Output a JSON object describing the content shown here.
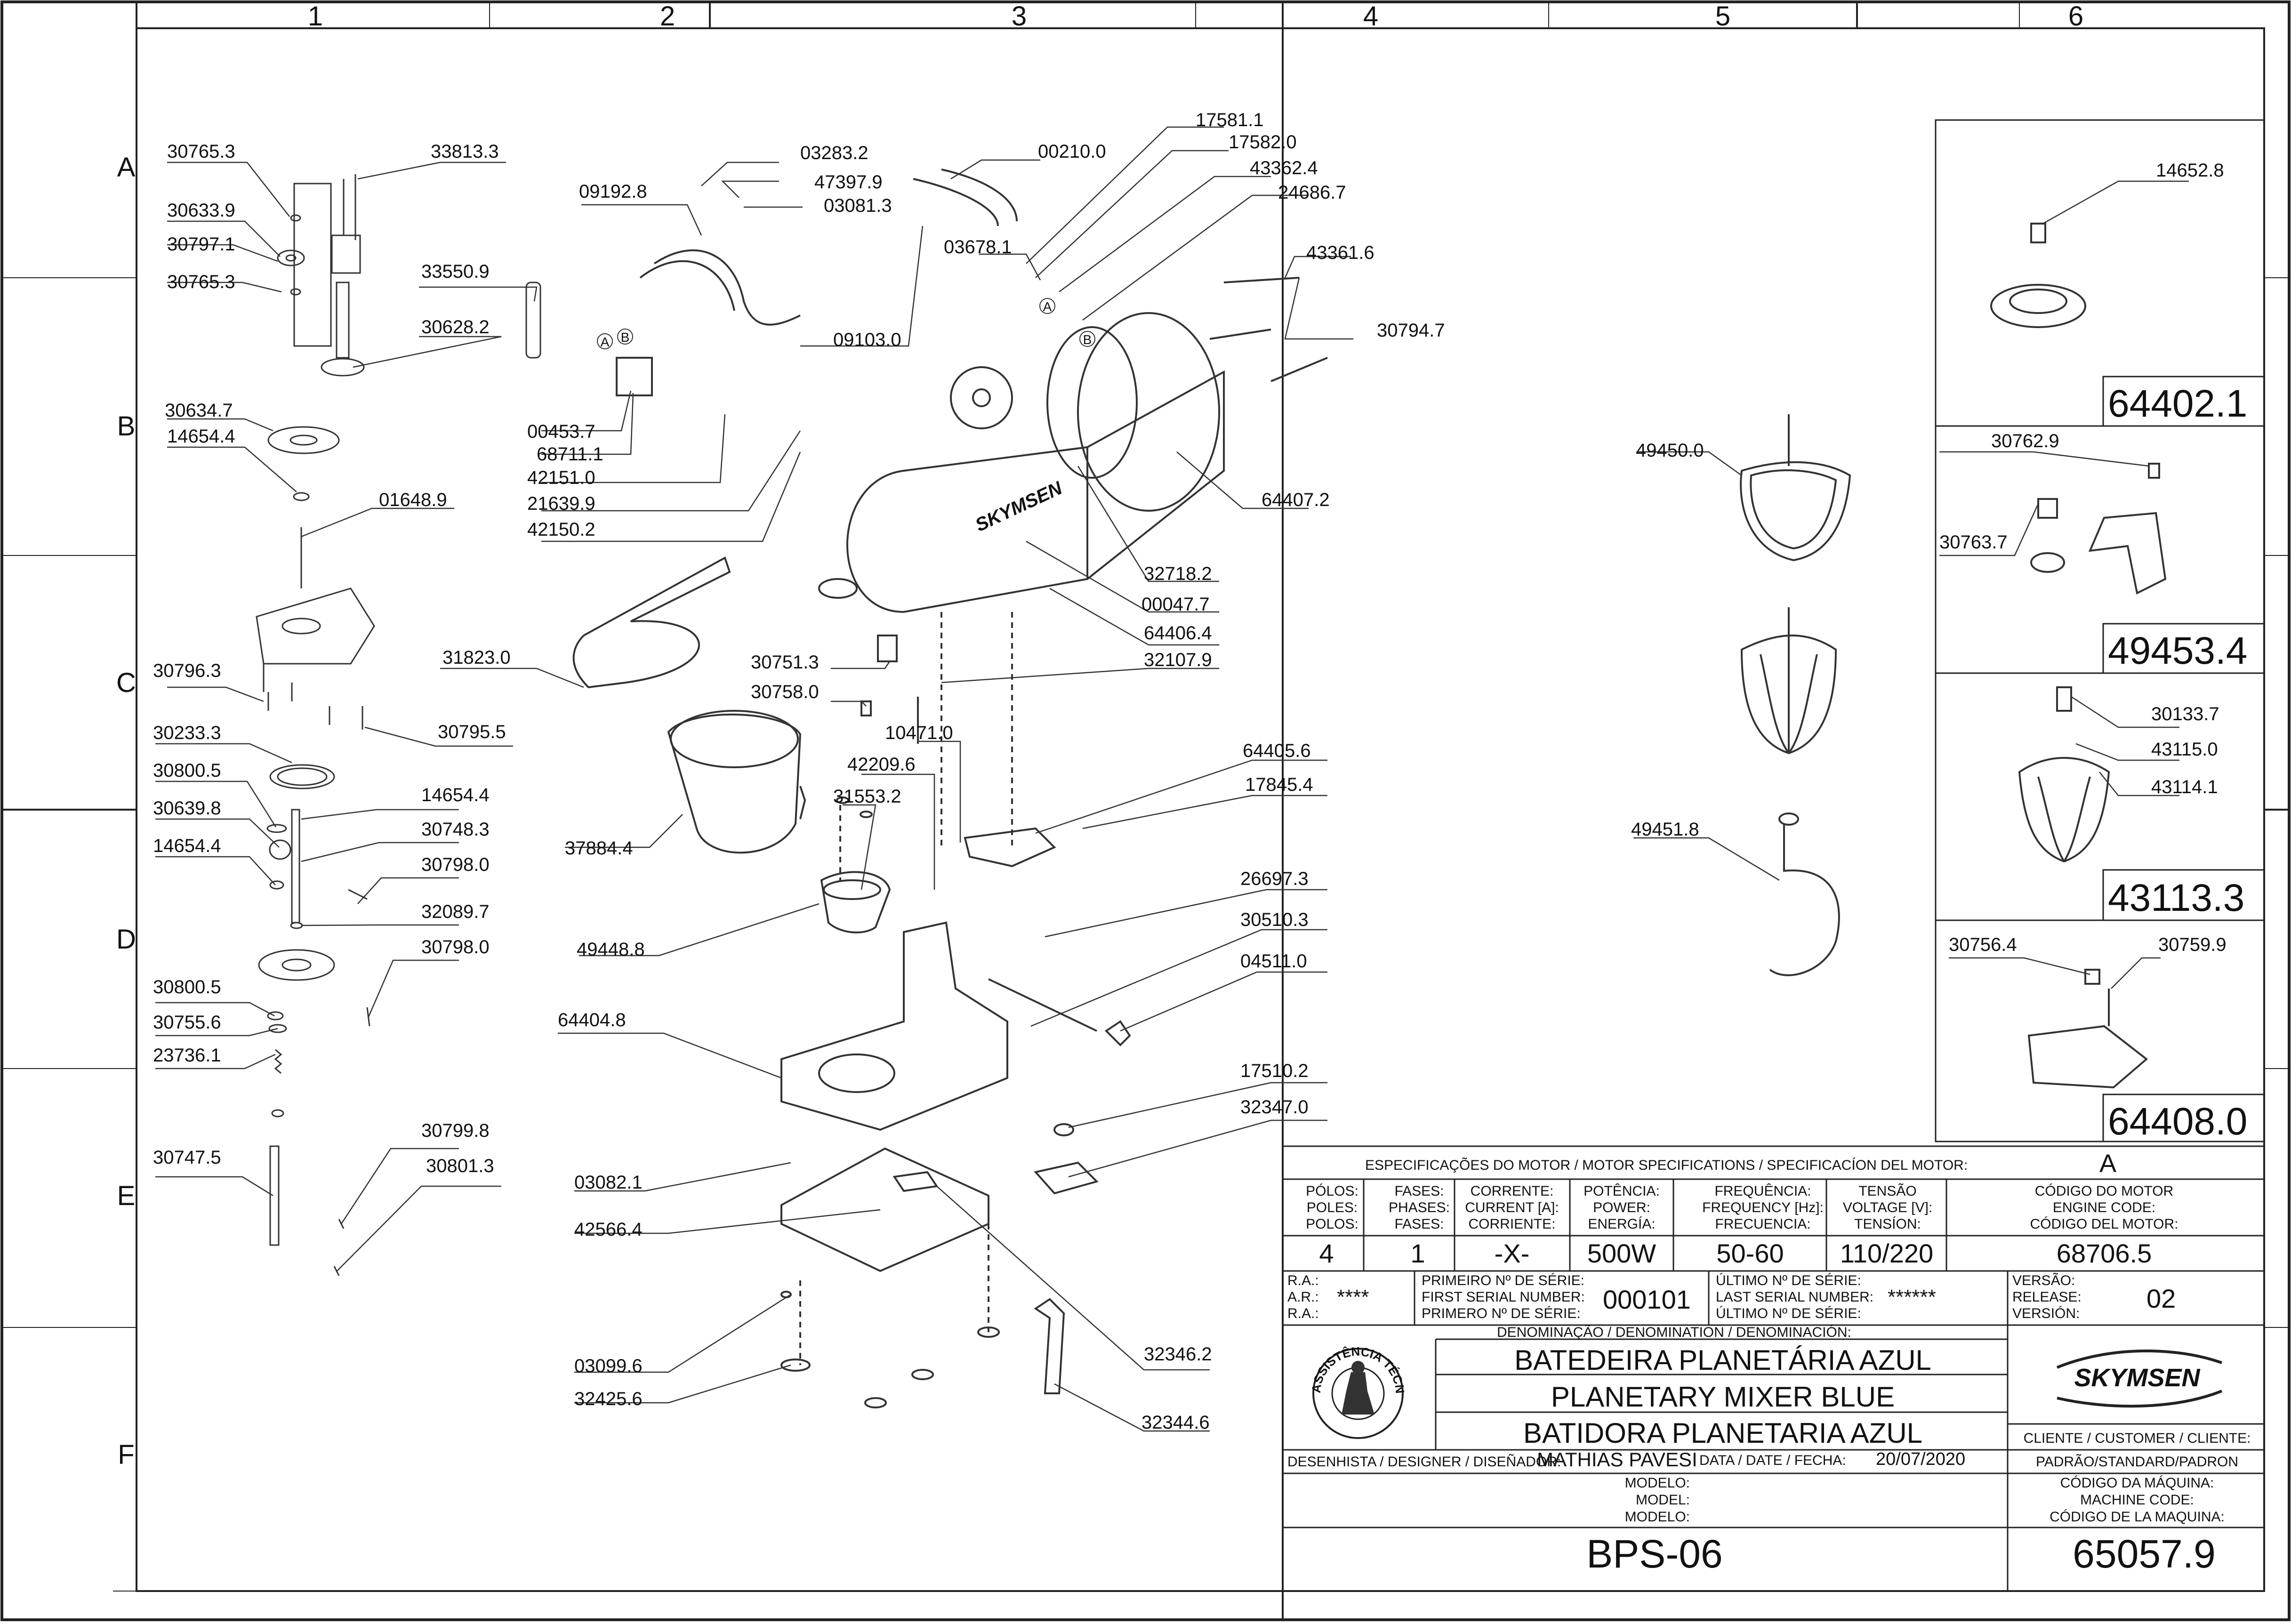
{
  "grid": {
    "columns": [
      "1",
      "2",
      "3",
      "4",
      "5",
      "6"
    ],
    "rows": [
      "A",
      "B",
      "C",
      "D",
      "E",
      "F"
    ]
  },
  "callouts": [
    {
      "id": "c1",
      "text": "30765.3"
    },
    {
      "id": "c2",
      "text": "33813.3"
    },
    {
      "id": "c3",
      "text": "30633.9"
    },
    {
      "id": "c4",
      "text": "30797.1"
    },
    {
      "id": "c5",
      "text": "30765.3"
    },
    {
      "id": "c6",
      "text": "33550.9"
    },
    {
      "id": "c7",
      "text": "30628.2"
    },
    {
      "id": "c8",
      "text": "30634.7"
    },
    {
      "id": "c9",
      "text": "14654.4"
    },
    {
      "id": "c10",
      "text": "01648.9"
    },
    {
      "id": "c11",
      "text": "30796.3"
    },
    {
      "id": "c12",
      "text": "30795.5"
    },
    {
      "id": "c13",
      "text": "30233.3"
    },
    {
      "id": "c14",
      "text": "30800.5"
    },
    {
      "id": "c15",
      "text": "14654.4"
    },
    {
      "id": "c16",
      "text": "30639.8"
    },
    {
      "id": "c17",
      "text": "30748.3"
    },
    {
      "id": "c18",
      "text": "14654.4"
    },
    {
      "id": "c19",
      "text": "30798.0"
    },
    {
      "id": "c20",
      "text": "32089.7"
    },
    {
      "id": "c21",
      "text": "30798.0"
    },
    {
      "id": "c22",
      "text": "30800.5"
    },
    {
      "id": "c23",
      "text": "30755.6"
    },
    {
      "id": "c24",
      "text": "23736.1"
    },
    {
      "id": "c25",
      "text": "30799.8"
    },
    {
      "id": "c26",
      "text": "30747.5"
    },
    {
      "id": "c27",
      "text": "30801.3"
    },
    {
      "id": "c28",
      "text": "03283.2"
    },
    {
      "id": "c29",
      "text": "47397.9"
    },
    {
      "id": "c30",
      "text": "09192.8"
    },
    {
      "id": "c31",
      "text": "03081.3"
    },
    {
      "id": "c32",
      "text": "00210.0"
    },
    {
      "id": "c33",
      "text": "17581.1"
    },
    {
      "id": "c34",
      "text": "17582.0"
    },
    {
      "id": "c35",
      "text": "43362.4"
    },
    {
      "id": "c36",
      "text": "24686.7"
    },
    {
      "id": "c37",
      "text": "03678.1"
    },
    {
      "id": "c38",
      "text": "43361.6"
    },
    {
      "id": "c39",
      "text": "30794.7"
    },
    {
      "id": "c40",
      "text": "09103.0"
    },
    {
      "id": "c41",
      "text": "00453.7"
    },
    {
      "id": "c42",
      "text": "68711.1"
    },
    {
      "id": "c43",
      "text": "42151.0"
    },
    {
      "id": "c44",
      "text": "21639.9"
    },
    {
      "id": "c45",
      "text": "42150.2"
    },
    {
      "id": "c46",
      "text": "64407.2"
    },
    {
      "id": "c47",
      "text": "32718.2"
    },
    {
      "id": "c48",
      "text": "00047.7"
    },
    {
      "id": "c49",
      "text": "64406.4"
    },
    {
      "id": "c50",
      "text": "31823.0"
    },
    {
      "id": "c51",
      "text": "30751.3"
    },
    {
      "id": "c52",
      "text": "32107.9"
    },
    {
      "id": "c53",
      "text": "30758.0"
    },
    {
      "id": "c54",
      "text": "10471.0"
    },
    {
      "id": "c55",
      "text": "42209.6"
    },
    {
      "id": "c56",
      "text": "64405.6"
    },
    {
      "id": "c57",
      "text": "31553.2"
    },
    {
      "id": "c58",
      "text": "17845.4"
    },
    {
      "id": "c59",
      "text": "37884.4"
    },
    {
      "id": "c60",
      "text": "26697.3"
    },
    {
      "id": "c61",
      "text": "49448.8"
    },
    {
      "id": "c62",
      "text": "30510.3"
    },
    {
      "id": "c63",
      "text": "04511.0"
    },
    {
      "id": "c64",
      "text": "64404.8"
    },
    {
      "id": "c65",
      "text": "17510.2"
    },
    {
      "id": "c66",
      "text": "32347.0"
    },
    {
      "id": "c67",
      "text": "03082.1"
    },
    {
      "id": "c68",
      "text": "42566.4"
    },
    {
      "id": "c69",
      "text": "03099.6"
    },
    {
      "id": "c70",
      "text": "32346.2"
    },
    {
      "id": "c71",
      "text": "32425.6"
    },
    {
      "id": "c72",
      "text": "32344.6"
    },
    {
      "id": "c73",
      "text": "49450.0"
    },
    {
      "id": "c74",
      "text": "49451.8"
    },
    {
      "id": "c75",
      "text": "14652.8"
    },
    {
      "id": "c76",
      "text": "30762.9"
    },
    {
      "id": "c77",
      "text": "30763.7"
    },
    {
      "id": "c78",
      "text": "30133.7"
    },
    {
      "id": "c79",
      "text": "43115.0"
    },
    {
      "id": "c80",
      "text": "43114.1"
    },
    {
      "id": "c81",
      "text": "30756.4"
    },
    {
      "id": "c82",
      "text": "30759.9"
    }
  ],
  "detail_boxes": [
    {
      "code": "64402.1"
    },
    {
      "code": "49453.4"
    },
    {
      "code": "43113.3"
    },
    {
      "code": "64408.0"
    }
  ],
  "callout_letters": [
    "A",
    "B",
    "A",
    "B"
  ],
  "logo_text": "SKYMSEN",
  "seal_text": "ASSISTÊNCIA TÉCNICA AUTORIZADA",
  "title_block": {
    "motor_spec_label": "ESPECIFICAÇÕES DO MOTOR / MOTOR SPECIFICATIONS / SPECIFICACÍON DEL MOTOR:",
    "motor_spec_value": "A",
    "headers": [
      [
        "PÓLOS:",
        "POLES:",
        "POLOS:"
      ],
      [
        "FASES:",
        "PHASES:",
        "FASES:"
      ],
      [
        "CORRENTE:",
        "CURRENT [A]:",
        "CORRIENTE:"
      ],
      [
        "POTÊNCIA:",
        "POWER:",
        "ENERGÍA:"
      ],
      [
        "FREQUÊNCIA:",
        "FREQUENCY [Hz]:",
        "FRECUENCIA:"
      ],
      [
        "TENSÃO",
        "VOLTAGE [V]:",
        "TENSÍON:"
      ],
      [
        "CÓDIGO DO MOTOR",
        "ENGINE CODE:",
        "CÓDIGO DEL MOTOR:"
      ]
    ],
    "values": [
      "4",
      "1",
      "-X-",
      "500W",
      "50-60",
      "110/220",
      "68706.5"
    ],
    "ra_labels": [
      "R.A.:",
      "A.R.:",
      "R.A.:"
    ],
    "ra_value": "****",
    "first_serial_labels": [
      "PRIMEIRO Nº DE SÉRIE:",
      "FIRST SERIAL NUMBER:",
      "PRIMERO Nº DE SÉRIE:"
    ],
    "first_serial_value": "000101",
    "last_serial_labels": [
      "ÚLTIMO Nº DE SÉRIE:",
      "LAST SERIAL NUMBER:",
      "ÚLTIMO Nº DE SÉRIE:"
    ],
    "last_serial_value": "******",
    "version_labels": [
      "VERSÃO:",
      "RELEASE:",
      "VERSIÓN:"
    ],
    "version_value": "02",
    "denomination_label": "DENOMINAÇÃO / DENOMINATION / DENOMINACIÓN:",
    "names": [
      "BATEDEIRA PLANETÁRIA AZUL",
      "PLANETARY MIXER BLUE",
      "BATIDORA PLANETARIA AZUL"
    ],
    "client_label": "CLIENTE / CUSTOMER / CLIENTE:",
    "client_value": "PADRÃO/STANDARD/PADRON",
    "designer_label": "DESENHISTA / DESIGNER / DISEÑADOR:",
    "designer_value": "MATHIAS PAVESI",
    "date_label": "DATA / DATE / FECHA:",
    "date_value": "20/07/2020",
    "model_labels": [
      "MODELO:",
      "MODEL:",
      "MODELO:"
    ],
    "model_value": "BPS-06",
    "machine_code_labels": [
      "CÓDIGO DA MÁQUINA:",
      "MACHINE CODE:",
      "CÓDIGO DE LA MAQUINA:"
    ],
    "machine_code_value": "65057.9"
  }
}
